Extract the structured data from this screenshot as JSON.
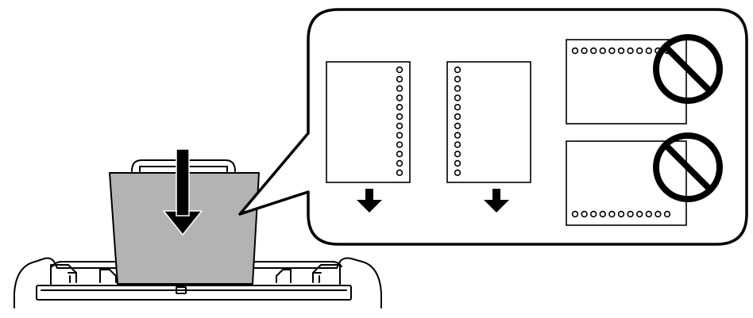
{
  "diagram": {
    "kind": "paper-loading-instruction",
    "colors": {
      "stroke": "#000000",
      "paper_fill": "#b3b3b3",
      "background": "#ffffff"
    },
    "icons": {
      "load_arrow": "down-arrow-icon",
      "feed_arrow": "down-arrow-icon",
      "prohibited": "prohibited-icon",
      "punch_hole": "punch-hole-icon"
    },
    "callout": {
      "allowed_orientations": [
        {
          "name": "portrait-holes-right",
          "hole_count": 12,
          "feed_direction": "down"
        },
        {
          "name": "portrait-holes-left",
          "hole_count": 12,
          "feed_direction": "down"
        }
      ],
      "prohibited_orientations": [
        {
          "name": "landscape-holes-top",
          "hole_count": 11
        },
        {
          "name": "landscape-holes-bottom",
          "hole_count": 11
        }
      ]
    }
  }
}
